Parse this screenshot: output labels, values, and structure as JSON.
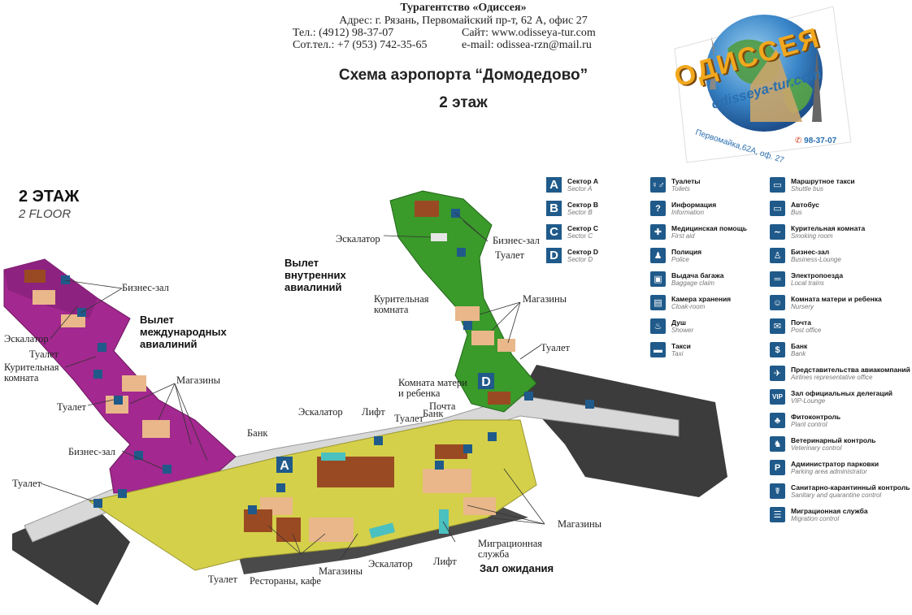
{
  "header": {
    "agency": "Турагентство «Одиссея»",
    "address": "Адрес: г. Рязань, Первомайский пр-т, 62 А, офис 27",
    "phone": "Тел.: (4912) 98-37-07",
    "site": "Сайт: www.odisseya-tur.com",
    "mobile": "Сот.тел.: +7 (953) 742-35-65",
    "email": "e-mail: odissea-rzn@mail.ru"
  },
  "title": "Схема аэропорта “Домодедово”",
  "subtitle": "2 этаж",
  "floor": {
    "ru": "2 ЭТАЖ",
    "en": "2 FLOOR"
  },
  "logo": {
    "brand": "ОДИССЕЯ",
    "site": "odisseya-tur.com",
    "address": "Первомайка,62А, оф. 27",
    "phone": "98-37-07"
  },
  "legend_sectors": [
    {
      "letter": "A",
      "ru": "Сектор A",
      "en": "Sector A"
    },
    {
      "letter": "B",
      "ru": "Сектор B",
      "en": "Sector B"
    },
    {
      "letter": "C",
      "ru": "Сектор C",
      "en": "Sector C"
    },
    {
      "letter": "D",
      "ru": "Сектор D",
      "en": "Sector D"
    }
  ],
  "legend_col2": [
    {
      "icon": "toilet-icon",
      "glyph": "♀♂",
      "ru": "Туалеты",
      "en": "Toilets"
    },
    {
      "icon": "info-icon",
      "glyph": "?",
      "ru": "Информация",
      "en": "Information"
    },
    {
      "icon": "first-aid-icon",
      "glyph": "✚",
      "ru": "Медицинская помощь",
      "en": "First aid"
    },
    {
      "icon": "police-icon",
      "glyph": "♟",
      "ru": "Полиция",
      "en": "Police"
    },
    {
      "icon": "baggage-claim-icon",
      "glyph": "▣",
      "ru": "Выдача багажа",
      "en": "Baggage claim"
    },
    {
      "icon": "cloak-room-icon",
      "glyph": "▤",
      "ru": "Камера хранения",
      "en": "Cloak-room"
    },
    {
      "icon": "shower-icon",
      "glyph": "♨",
      "ru": "Душ",
      "en": "Shower"
    },
    {
      "icon": "taxi-icon",
      "glyph": "▬",
      "ru": "Такси",
      "en": "Taxi"
    }
  ],
  "legend_col3": [
    {
      "icon": "shuttle-bus-icon",
      "glyph": "▭",
      "ru": "Маршрутное такси",
      "en": "Shuttle bus"
    },
    {
      "icon": "bus-icon",
      "glyph": "▭",
      "ru": "Автобус",
      "en": "Bus"
    },
    {
      "icon": "smoking-room-icon",
      "glyph": "∼",
      "ru": "Курительная комната",
      "en": "Smoking room"
    },
    {
      "icon": "business-lounge-icon",
      "glyph": "♙",
      "ru": "Бизнес-зал",
      "en": "Business-Lounge"
    },
    {
      "icon": "local-train-icon",
      "glyph": "═",
      "ru": "Электропоезда",
      "en": "Local trains"
    },
    {
      "icon": "nursery-icon",
      "glyph": "☺",
      "ru": "Комната матери и ребенка",
      "en": "Nursery"
    },
    {
      "icon": "post-office-icon",
      "glyph": "✉",
      "ru": "Почта",
      "en": "Post office"
    },
    {
      "icon": "bank-icon",
      "glyph": "$",
      "ru": "Банк",
      "en": "Bank"
    },
    {
      "icon": "airline-office-icon",
      "glyph": "✈",
      "ru": "Представительства авиакомпаний",
      "en": "Airlines representative office"
    },
    {
      "icon": "vip-lounge-icon",
      "glyph": "VIP",
      "ru": "Зал официальных делегаций",
      "en": "VIP-Lounge"
    },
    {
      "icon": "plant-control-icon",
      "glyph": "♣",
      "ru": "Фитоконтроль",
      "en": "Plant control"
    },
    {
      "icon": "veterinary-control-icon",
      "glyph": "♞",
      "ru": "Ветеринарный контроль",
      "en": "Veterinary control"
    },
    {
      "icon": "parking-admin-icon",
      "glyph": "P",
      "ru": "Администратор парковки",
      "en": "Parking area administrator"
    },
    {
      "icon": "quarantine-control-icon",
      "glyph": "☤",
      "ru": "Санитарно-карантинный контроль",
      "en": "Sanitary and quarantine control"
    },
    {
      "icon": "migration-control-icon",
      "glyph": "☰",
      "ru": "Миграционная служба",
      "en": "Migration control"
    }
  ],
  "map_labels": {
    "domestic_departures": [
      "Вылет",
      "внутренних",
      "авиалиний"
    ],
    "international_departures": [
      "Вылет",
      "международных",
      "авиалиний"
    ],
    "waiting_hall": "Зал ожидания",
    "escalator": "Эскалатор",
    "lift": "Лифт",
    "business_lounge": "Бизнес-зал",
    "toilet": "Туалет",
    "smoking_room": [
      "Курительная",
      "комната"
    ],
    "shops": "Магазины",
    "nursery": [
      "Комната матери",
      "и ребенка"
    ],
    "post": "Почта",
    "bank": "Банк",
    "restaurants": "Рестораны, кафе",
    "migration_service": [
      "Миграционная",
      "служба"
    ]
  },
  "sector_markers": [
    "A",
    "D"
  ],
  "colors": {
    "international": "#a3288f",
    "domestic": "#3a9a2a",
    "central": "#d4d04a",
    "shops": "#e9b78a",
    "restaurants": "#9a4a22",
    "roof": "#3c3c3c",
    "icon": "#1f5a8a"
  }
}
